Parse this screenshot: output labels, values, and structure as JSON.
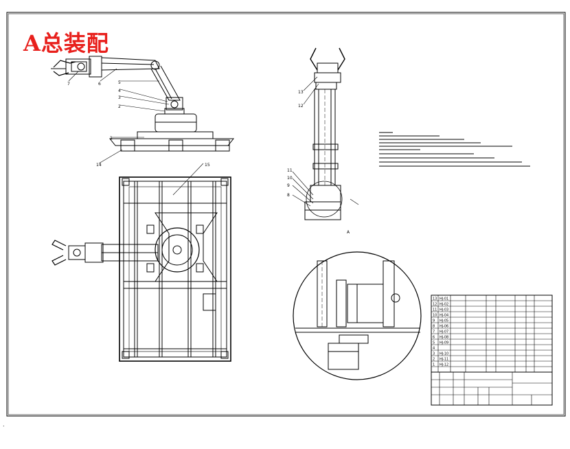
{
  "drawing": {
    "title_overlay": "A总装配",
    "page_marker": ".",
    "section_mark": "A"
  },
  "part_balloons": {
    "front_view": [
      "7",
      "6",
      "5",
      "4",
      "3",
      "2",
      "1",
      "14",
      "15"
    ],
    "side_view": [
      "13",
      "12",
      "11",
      "10",
      "9",
      "8"
    ]
  },
  "parts_table": {
    "rows": [
      {
        "no": "13",
        "code": "HJ-01"
      },
      {
        "no": "12",
        "code": "HJ-02"
      },
      {
        "no": "11",
        "code": "HJ-03"
      },
      {
        "no": "10",
        "code": "HJ-04"
      },
      {
        "no": "9",
        "code": "HJ-05"
      },
      {
        "no": "8",
        "code": "HJ-06"
      },
      {
        "no": "7",
        "code": "HJ-07"
      },
      {
        "no": "6",
        "code": "HJ-08"
      },
      {
        "no": "5",
        "code": "HJ-09"
      },
      {
        "no": "4",
        "code": ""
      },
      {
        "no": "3",
        "code": "HJ-10"
      },
      {
        "no": "2",
        "code": "HJ-11"
      },
      {
        "no": "1",
        "code": "HJ-12"
      }
    ]
  },
  "colors": {
    "line": "#000000",
    "title_red": "#e8201c",
    "background": "#ffffff"
  }
}
